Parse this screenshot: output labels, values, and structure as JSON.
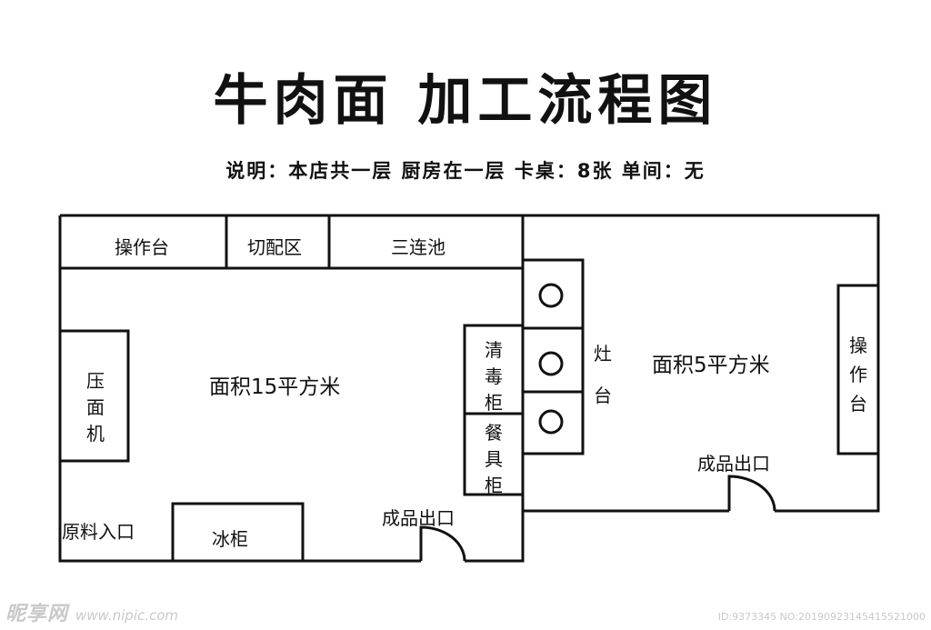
{
  "title": "牛肉面 加工流程图",
  "subtitle": "说明：本店共一层 厨房在一层  卡桌：8张 单间：无",
  "rooms": {
    "left": {
      "area": "面积15平方米",
      "counter": "操作台",
      "cutting_zone": "切配区",
      "triple_sink": "三连池",
      "noodle_press": "压面机",
      "disinfection_cabinet": "清毒柜",
      "tableware_cabinet": "餐具柜",
      "fridge": "冰柜",
      "raw_entrance": "原料入口",
      "product_exit": "成品出口"
    },
    "right": {
      "area": "面积5平方米",
      "stove": "灶台",
      "counter": "操作台",
      "product_exit": "成品出口",
      "burner_count": 3
    }
  },
  "watermark": {
    "brand": "昵享网",
    "url": "www.nipic.com",
    "id_text": "ID:9373345 NO:20190923145415521000"
  }
}
